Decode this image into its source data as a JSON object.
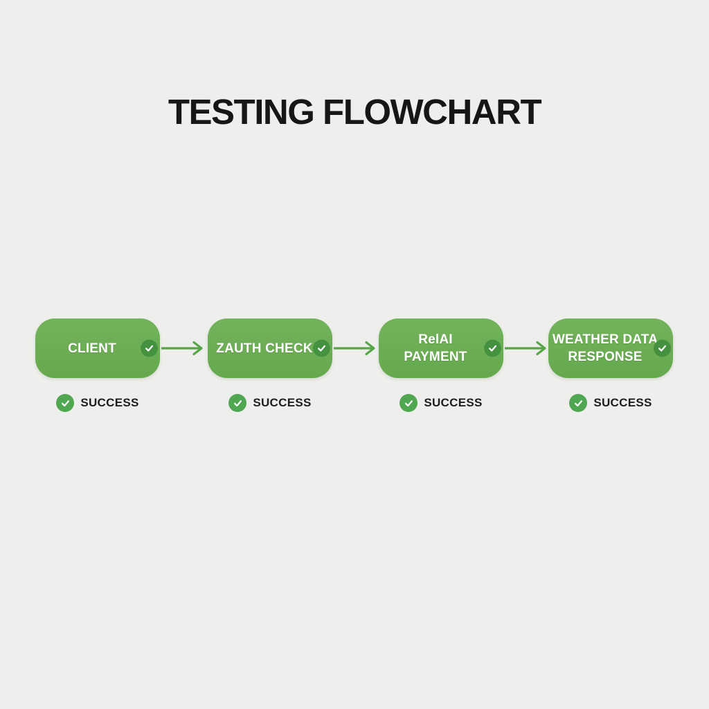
{
  "title": "TESTING FLOWCHART",
  "diagram_type": "flowchart",
  "colors": {
    "background": "#eeeeec",
    "node_fill": "#6cad54",
    "node_text": "#ffffff",
    "node_check_circle": "#449240",
    "check_mark": "#ffffff",
    "arrow": "#56a546",
    "success_icon_circle": "#4fa851",
    "success_text": "#1d1d1d",
    "title_text": "#161616"
  },
  "flow": {
    "nodes": [
      {
        "line1": "CLIENT",
        "box_icon": "check-circle-icon",
        "status_icon": "success-check-icon",
        "status_label": "SUCCESS"
      },
      {
        "line1": "ZAUTH CHECK",
        "box_icon": "check-circle-icon",
        "status_icon": "success-check-icon",
        "status_label": "SUCCESS"
      },
      {
        "line1": "RelAI",
        "line2": "PAYMENT",
        "box_icon": "check-circle-icon",
        "status_icon": "success-check-icon",
        "status_label": "SUCCESS"
      },
      {
        "line1": "WEATHER DATA",
        "line2": "RESPONSE",
        "box_icon": "check-circle-icon",
        "status_icon": "success-check-icon",
        "status_label": "SUCCESS"
      }
    ],
    "connectors": [
      {
        "from": "CLIENT",
        "to": "ZAUTH CHECK",
        "icon": "arrow-right-icon"
      },
      {
        "from": "ZAUTH CHECK",
        "to": "RelAI PAYMENT",
        "icon": "arrow-right-icon"
      },
      {
        "from": "RelAI PAYMENT",
        "to": "WEATHER DATA RESPONSE",
        "icon": "arrow-right-icon"
      }
    ]
  }
}
